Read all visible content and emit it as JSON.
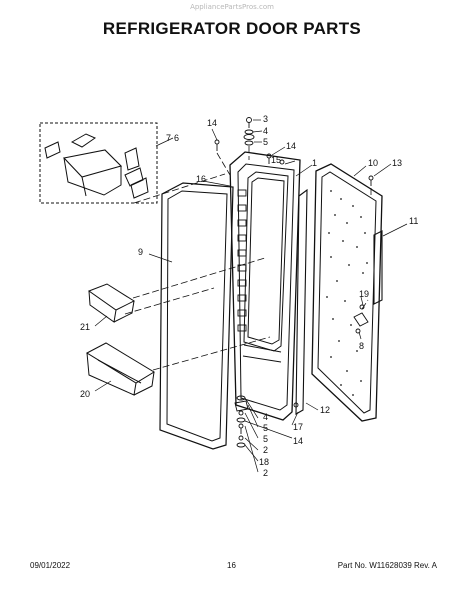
{
  "watermark": "AppliancePartsPros.com",
  "title": "REFRIGERATOR DOOR PARTS",
  "footer": {
    "date": "09/01/2022",
    "page": "16",
    "part_info": "Part No.  W11628039  Rev.  A"
  },
  "callouts": [
    "1",
    "2",
    "2",
    "3",
    "4",
    "4",
    "5",
    "5",
    "6",
    "7",
    "8",
    "9",
    "10",
    "11",
    "12",
    "13",
    "14",
    "14",
    "14",
    "15",
    "16",
    "17",
    "18",
    "19",
    "20",
    "21"
  ]
}
